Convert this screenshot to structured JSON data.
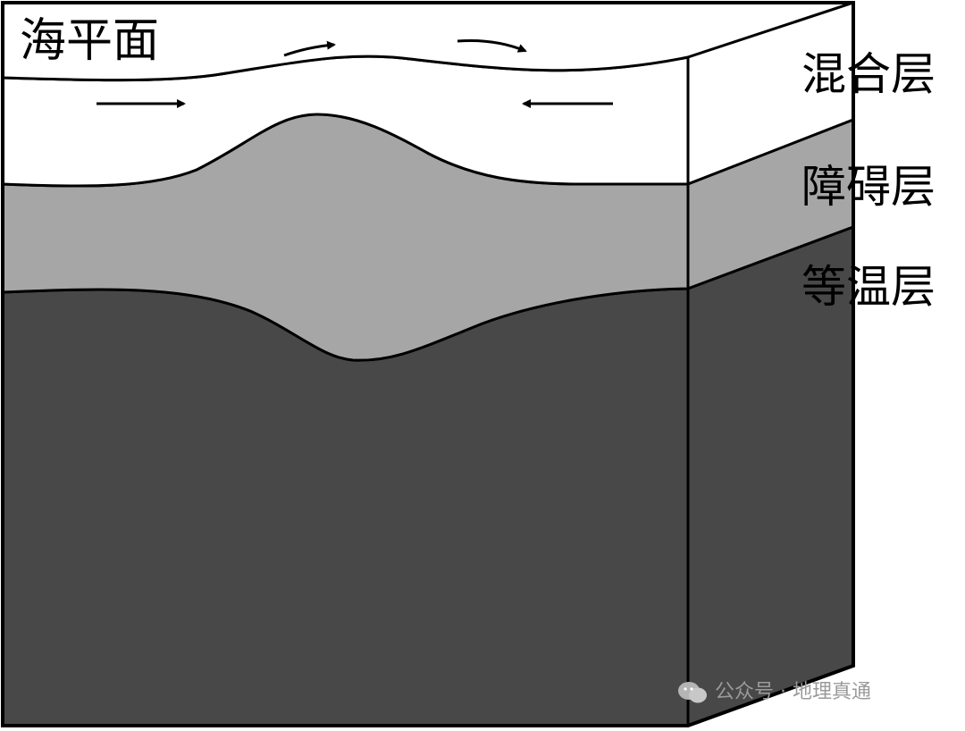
{
  "labels": {
    "sea_level": "海平面",
    "mixed_layer": "混合层",
    "barrier_layer": "障碍层",
    "isothermal_layer": "等温层"
  },
  "watermark": {
    "text": "公众号 · 地理真通"
  },
  "colors": {
    "mixed_layer": "#ffffff",
    "barrier_layer": "#a6a6a6",
    "isothermal_layer": "#484848",
    "outline": "#000000"
  }
}
